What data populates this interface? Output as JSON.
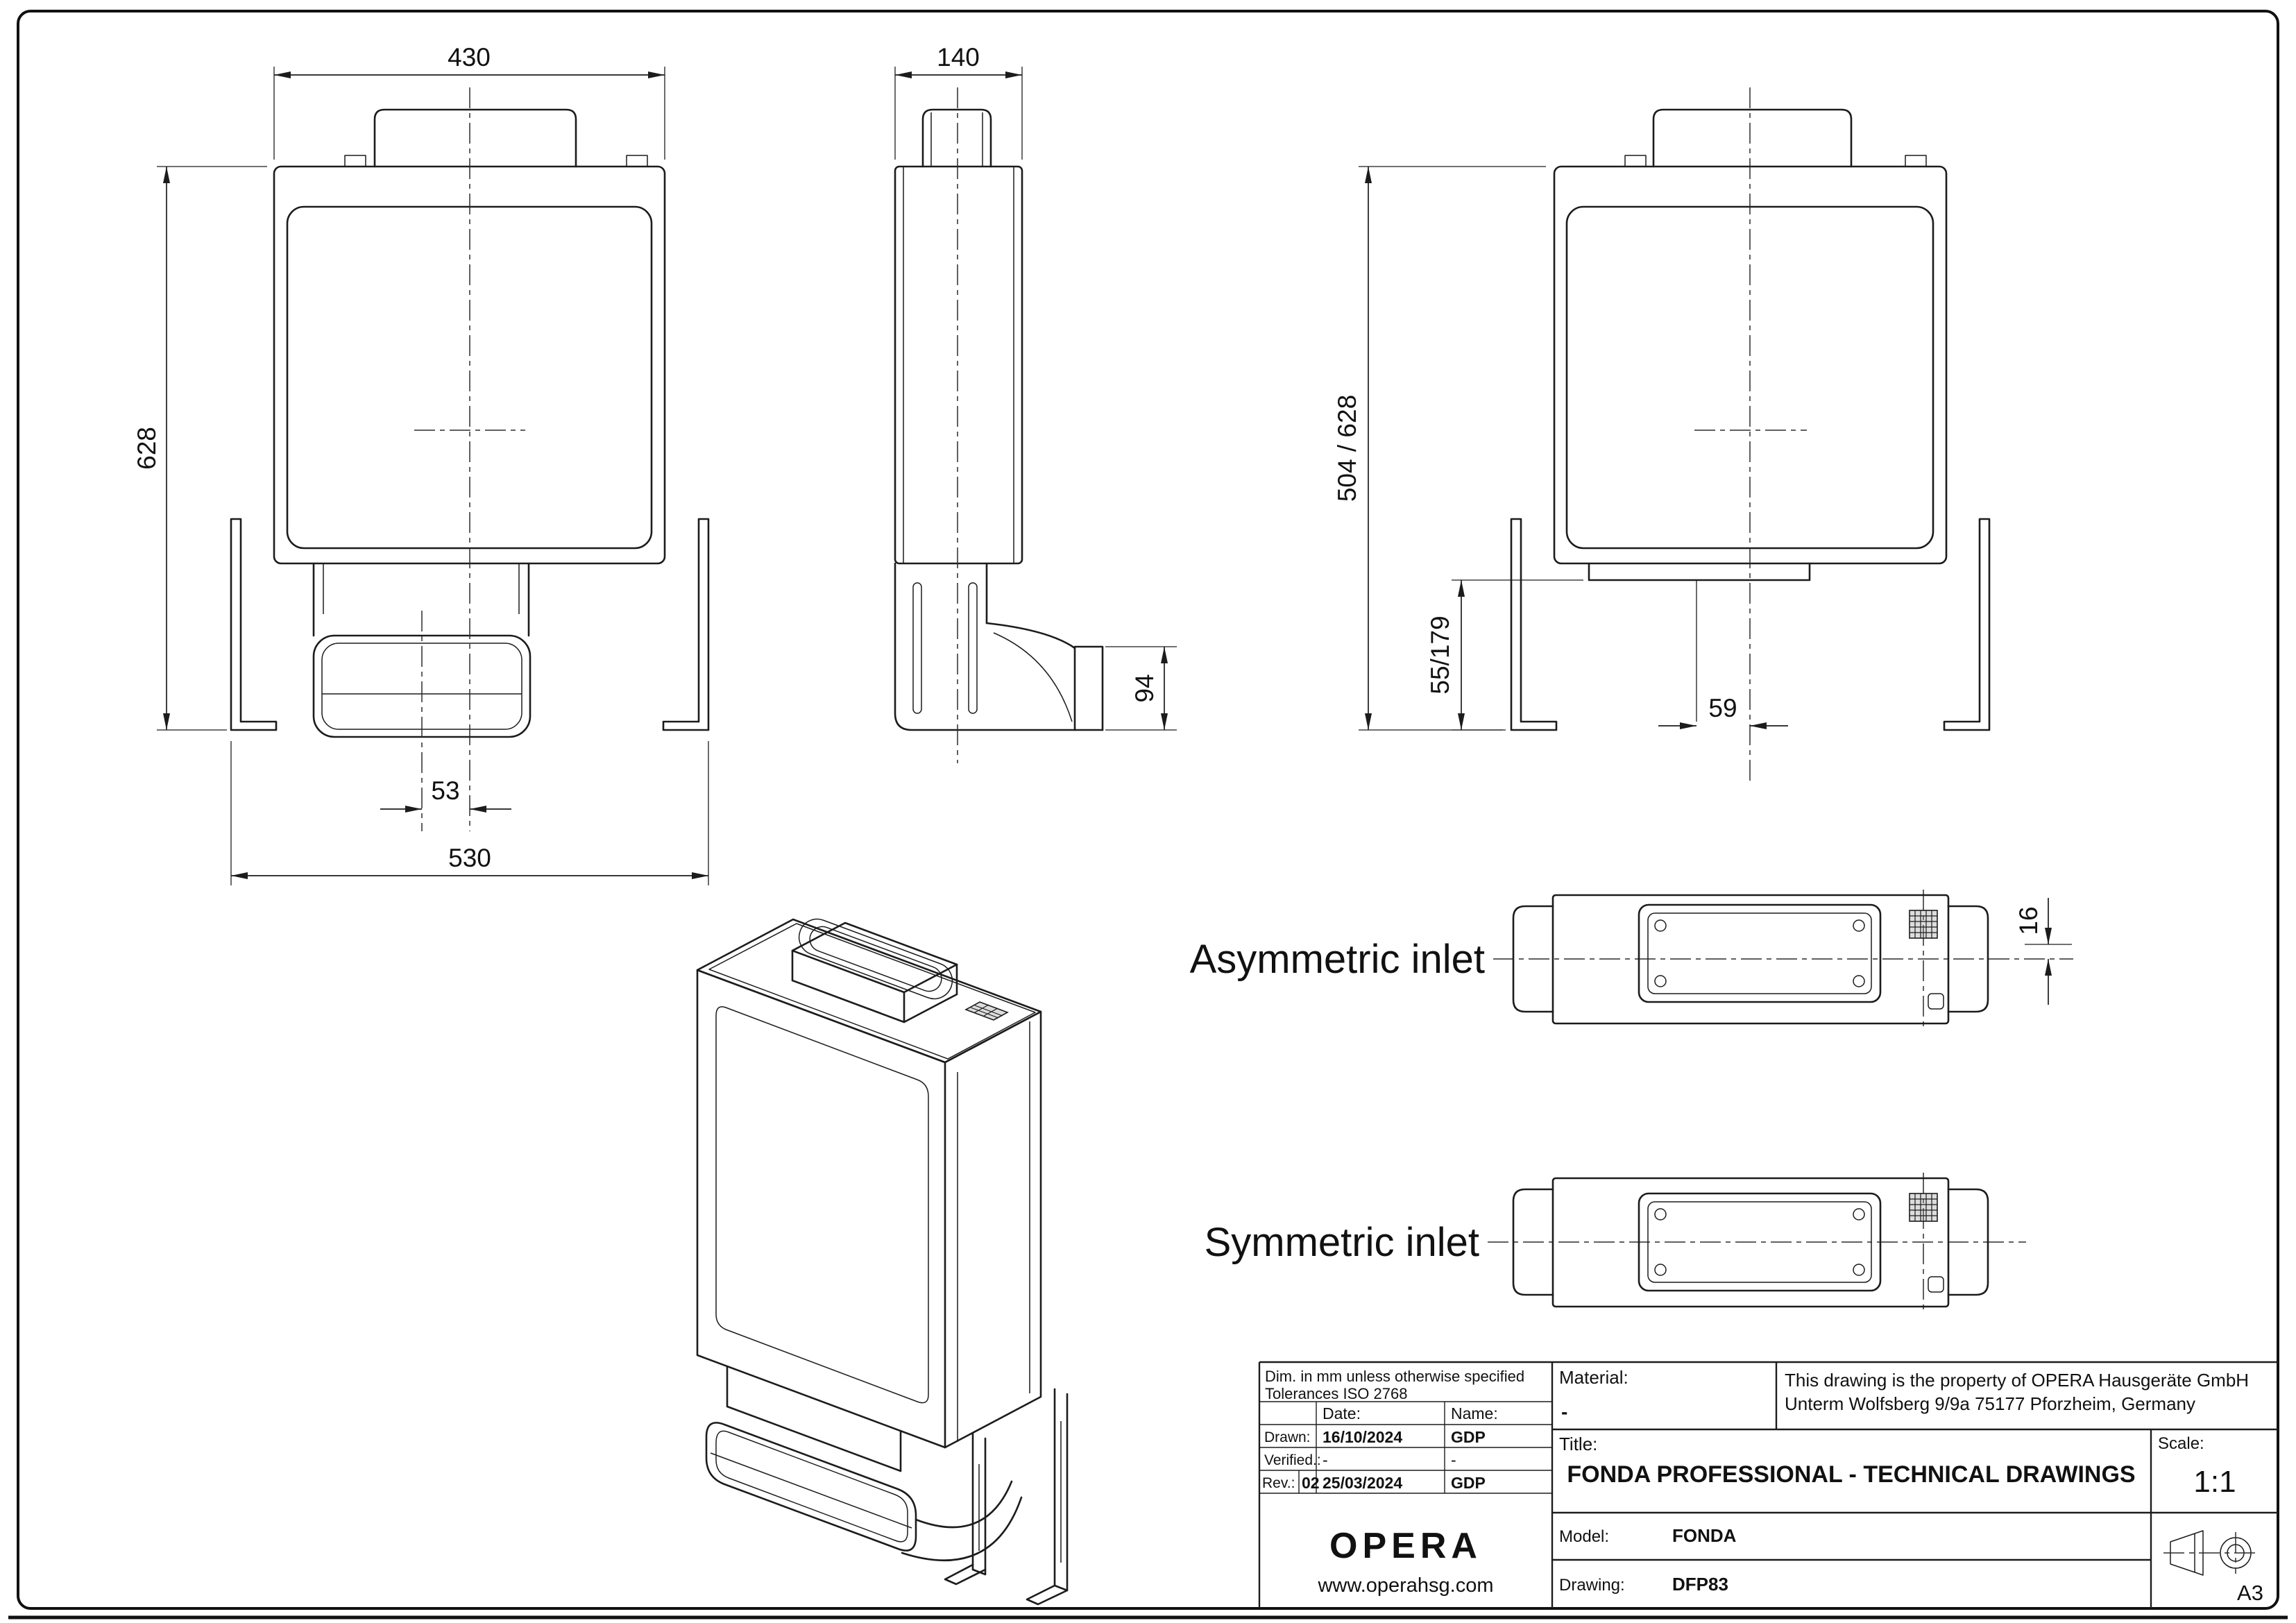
{
  "colors": {
    "ink": "#1c1c1c",
    "background": "#ffffff"
  },
  "views": {
    "front": {
      "dim_top_width": "430",
      "dim_height": "628",
      "dim_outlet_offset": "53",
      "dim_overall_width": "530"
    },
    "side": {
      "dim_depth": "140",
      "dim_outlet_height": "94"
    },
    "rear": {
      "dim_height": "504 / 628",
      "dim_bracket": "55/179",
      "dim_offset": "59"
    },
    "inlet": {
      "asymmetric_label": "Asymmetric inlet",
      "symmetric_label": "Symmetric inlet",
      "dim_offset": "16"
    }
  },
  "title_block": {
    "notes_line1": "Dim. in mm unless otherwise specified",
    "notes_line2": "Tolerances ISO 2768",
    "table": {
      "date_header": "Date:",
      "name_header": "Name:",
      "drawn_label": "Drawn:",
      "drawn_date": "16/10/2024",
      "drawn_name": "GDP",
      "verified_label": "Verified.:",
      "verified_date": "-",
      "verified_name": "-",
      "rev_label": "Rev.:",
      "rev_value": "02",
      "rev_date": "25/03/2024",
      "rev_name": "GDP"
    },
    "material_label": "Material:",
    "material_value": "-",
    "property_line1": "This drawing is the property of OPERA Hausgeräte GmbH",
    "property_line2": "Unterm Wolfsberg 9/9a 75177 Pforzheim, Germany",
    "title_label": "Title:",
    "title_value": "FONDA PROFESSIONAL - TECHNICAL DRAWINGS",
    "scale_label": "Scale:",
    "scale_value": "1:1",
    "model_label": "Model:",
    "model_value": "FONDA",
    "drawing_label": "Drawing:",
    "drawing_value": "DFP83",
    "sheet_size": "A3",
    "logo_text": "OPERA",
    "website": "www.operahsg.com"
  }
}
